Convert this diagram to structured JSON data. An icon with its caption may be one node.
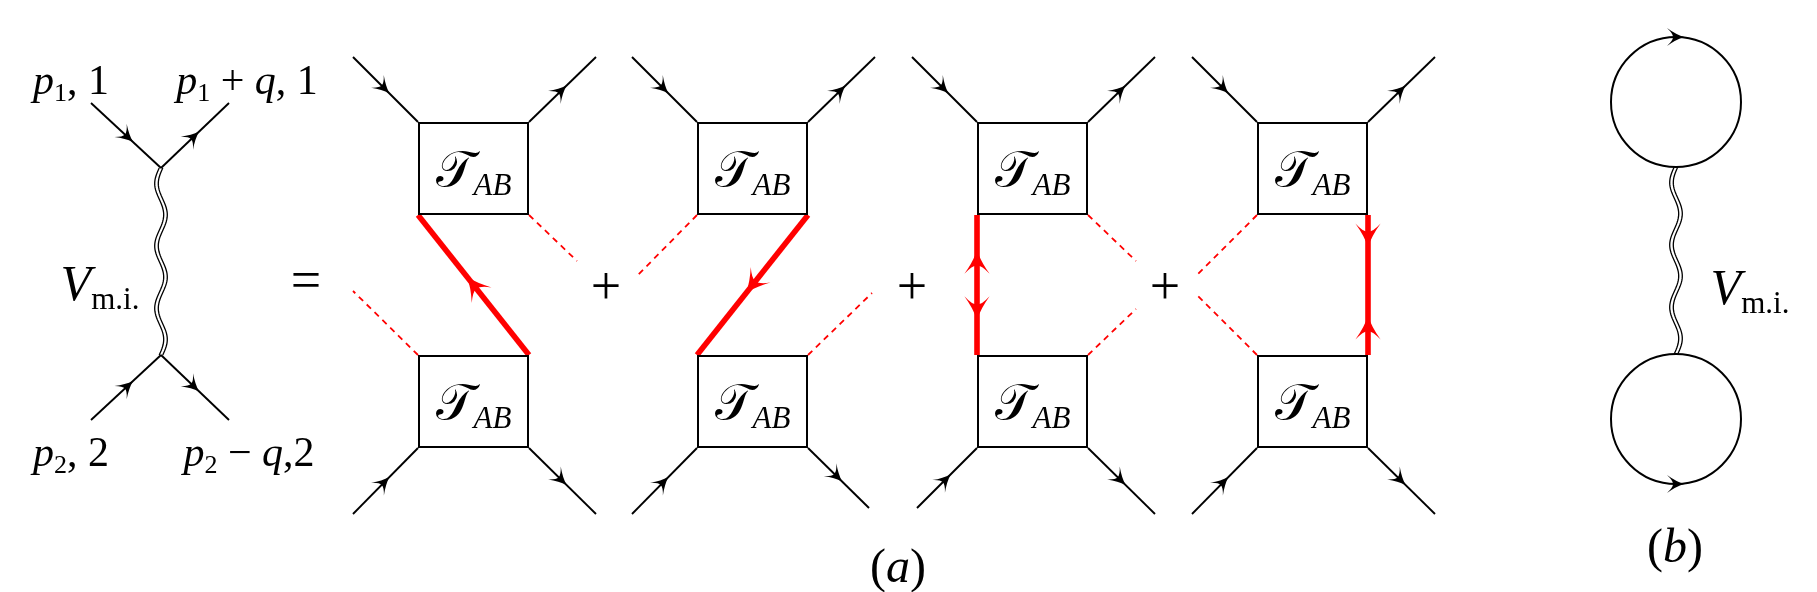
{
  "diagram": {
    "nodes": [
      {
        "text": [
          "𝒯$_{AB}$"
        ]
      },
      {
        "text": [
          "𝒯$_{AB}$"
        ]
      },
      {
        "text": [
          "𝒯$_{AB}$"
        ]
      },
      {
        "text": [
          "𝒯$_{AB}$"
        ]
      },
      {
        "text": [
          "𝒯$_{AB}$"
        ]
      },
      {
        "text": [
          "𝒯$_{AB}$"
        ]
      },
      {
        "text": [
          "𝒯$_{AB}$"
        ]
      },
      {
        "text": [
          "𝒯$_{AB}$"
        ]
      },
      {
        "text": [],
        "shape": "circle"
      },
      {
        "text": [],
        "shape": "circle"
      }
    ],
    "edges": [
      {
        "from": null,
        "to": 0,
        "arrow": "to"
      },
      {
        "from": 0,
        "to": null,
        "arrow": "to"
      },
      {
        "from": null,
        "to": 1,
        "arrow": "to"
      },
      {
        "from": 1,
        "to": null,
        "arrow": "to"
      },
      {
        "from": 1,
        "to": 0,
        "arrow": "to",
        "style": "thick",
        "color": "#ff0000"
      },
      {
        "from": 0,
        "to": null,
        "arrow": "none",
        "style": "dashed",
        "color": "#ff0000"
      },
      {
        "from": 1,
        "to": null,
        "arrow": "none",
        "style": "dashed",
        "color": "#ff0000"
      },
      {
        "from": null,
        "to": 2,
        "arrow": "to"
      },
      {
        "from": 2,
        "to": null,
        "arrow": "to"
      },
      {
        "from": null,
        "to": 3,
        "arrow": "to"
      },
      {
        "from": 3,
        "to": null,
        "arrow": "to"
      },
      {
        "from": 2,
        "to": 3,
        "arrow": "to",
        "style": "thick",
        "color": "#ff0000"
      },
      {
        "from": 2,
        "to": null,
        "arrow": "none",
        "style": "dashed",
        "color": "#ff0000"
      },
      {
        "from": 3,
        "to": null,
        "arrow": "none",
        "style": "dashed",
        "color": "#ff0000"
      },
      {
        "from": null,
        "to": 4,
        "arrow": "to"
      },
      {
        "from": 4,
        "to": null,
        "arrow": "to"
      },
      {
        "from": null,
        "to": 5,
        "arrow": "to"
      },
      {
        "from": 5,
        "to": null,
        "arrow": "to"
      },
      {
        "from": 4,
        "to": 5,
        "arrow": "both",
        "style": "thick",
        "color": "#ff0000"
      },
      {
        "from": 4,
        "to": null,
        "arrow": "none",
        "style": "dashed",
        "color": "#ff0000"
      },
      {
        "from": 5,
        "to": null,
        "arrow": "none",
        "style": "dashed",
        "color": "#ff0000"
      },
      {
        "from": null,
        "to": 6,
        "arrow": "to"
      },
      {
        "from": 6,
        "to": null,
        "arrow": "to"
      },
      {
        "from": null,
        "to": 7,
        "arrow": "to"
      },
      {
        "from": 7,
        "to": null,
        "arrow": "to"
      },
      {
        "from": 6,
        "to": 7,
        "arrow": "other",
        "style": "thick",
        "color": "#ff0000"
      },
      {
        "from": 6,
        "to": null,
        "arrow": "none",
        "style": "dashed",
        "color": "#ff0000"
      },
      {
        "from": 7,
        "to": null,
        "arrow": "none",
        "style": "dashed",
        "color": "#ff0000"
      },
      {
        "from": 8,
        "to": 9,
        "arrow": "none",
        "label": "*V*$_{m.i.}$"
      }
    ],
    "labels": [
      "*p*$_{1}$, 1",
      "*p*$_{1}$ + *q*, 1",
      "*V*$_{m.i.}$",
      "=",
      "+",
      "+",
      "+",
      "*p*$_{2}$, 2",
      "*p*$_{2}$ − *q*,2",
      "(*a*)",
      "(*b*)"
    ]
  }
}
